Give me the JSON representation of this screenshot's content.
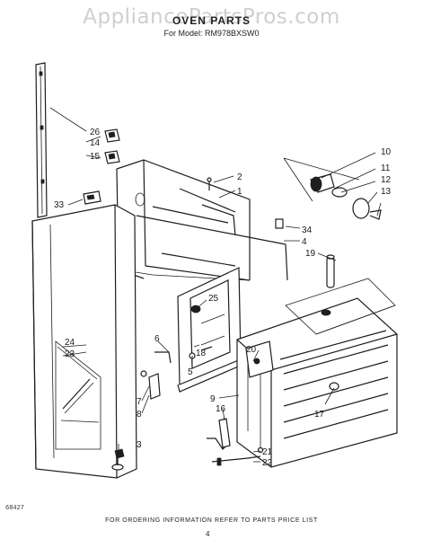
{
  "watermark": "AppliancePartsPros.com",
  "header": {
    "title": "OVEN PARTS",
    "model_line": "For Model: RM978BXSW0"
  },
  "callouts": [
    "26",
    "14",
    "15",
    "33",
    "2",
    "1",
    "34",
    "4",
    "19",
    "25",
    "5",
    "18",
    "6",
    "24",
    "23",
    "7",
    "8",
    "3",
    "20",
    "9",
    "16",
    "17",
    "21",
    "22",
    "10",
    "11",
    "12",
    "13"
  ],
  "footer": {
    "doc_code": "68427",
    "order_note": "FOR ORDERING INFORMATION REFER TO PARTS PRICE LIST",
    "page_number": "4"
  },
  "colors": {
    "line": "#1e1e1e",
    "background": "#ffffff",
    "watermark": "#cfcfcf"
  }
}
